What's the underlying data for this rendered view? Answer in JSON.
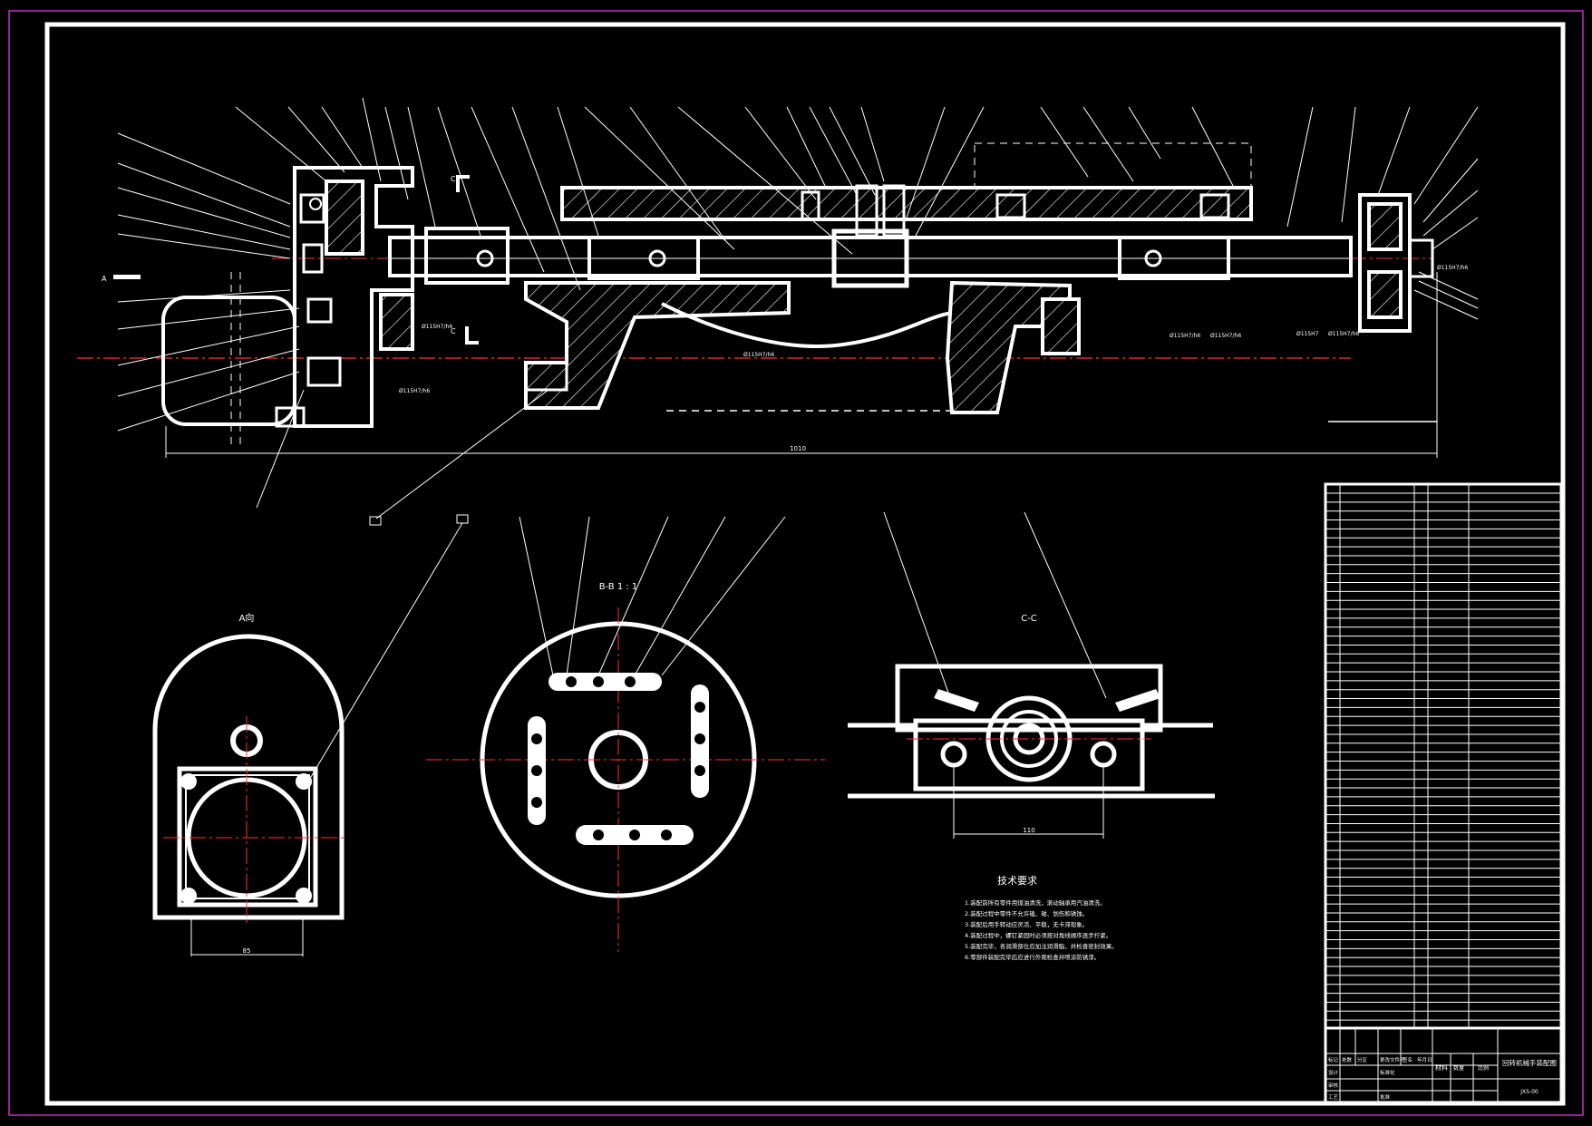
{
  "views": {
    "main_dimension": "1010",
    "section_A_label": "A向",
    "section_B_label": "B-B  1 : 1",
    "section_C_label": "C-C",
    "view_A_dim": "85",
    "view_C_dim": "110",
    "section_marker_C": "C",
    "section_marker_A": "A"
  },
  "fits": [
    "Ø115H7/h6",
    "Ø115H7/h6",
    "Ø115H7/h6",
    "Ø115H7/h6",
    "Ø115H7",
    "Ø115H7/h6",
    "Ø115H7/h6",
    "Ø115H7/h6"
  ],
  "tech_req": {
    "title": "技术要求",
    "lines": [
      "1.装配前所有零件用煤油清洗，滚动轴承用汽油清洗。",
      "2.装配过程中零件不允许磕、碰、划伤和锈蚀。",
      "3.装配后用手转动应灵活、平稳，无卡滞现象。",
      "4.装配过程中，螺钉紧固时必须按对角线顺序逐步拧紧。",
      "5.装配完毕，各润滑部位应加注润滑脂，并检查密封效果。",
      "6.零部件装配完毕后应进行外观检查并喷涂防锈漆。"
    ]
  },
  "title_block": {
    "drawing_name": "回转机械手装配图",
    "drawing_no": "JXS-00",
    "scale_label": "比例",
    "qty_label": "数量",
    "material_label": "材料",
    "header_cells": [
      "标记",
      "处数",
      "分区",
      "更改文件号",
      "签名",
      "年月日"
    ],
    "row_labels": [
      "设计",
      "审核",
      "工艺",
      "批准"
    ],
    "standardization": "标准化"
  }
}
